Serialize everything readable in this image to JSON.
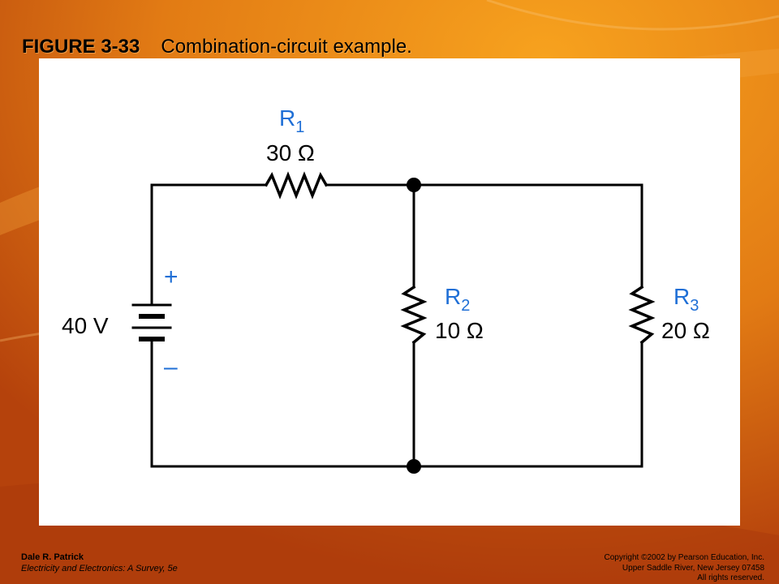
{
  "slide": {
    "figure_number": "FIGURE 3-33",
    "caption": "Combination-circuit example.",
    "colors": {
      "background": "#e07a12",
      "label_blue": "#1f6fd6",
      "wire": "#000000"
    }
  },
  "circuit": {
    "source": {
      "voltage": "40 V",
      "plus": "+",
      "minus": "–"
    },
    "r1": {
      "name": "R",
      "sub": "1",
      "value": "30 Ω"
    },
    "r2": {
      "name": "R",
      "sub": "2",
      "value": "10 Ω"
    },
    "r3": {
      "name": "R",
      "sub": "3",
      "value": "20 Ω"
    }
  },
  "footer": {
    "author": "Dale R. Patrick",
    "book": "Electricity and Electronics: A Survey, 5e",
    "copyright_lines": [
      "Copyright ©2002 by Pearson Education, Inc.",
      "Upper Saddle River, New Jersey 07458",
      "All rights reserved."
    ]
  }
}
